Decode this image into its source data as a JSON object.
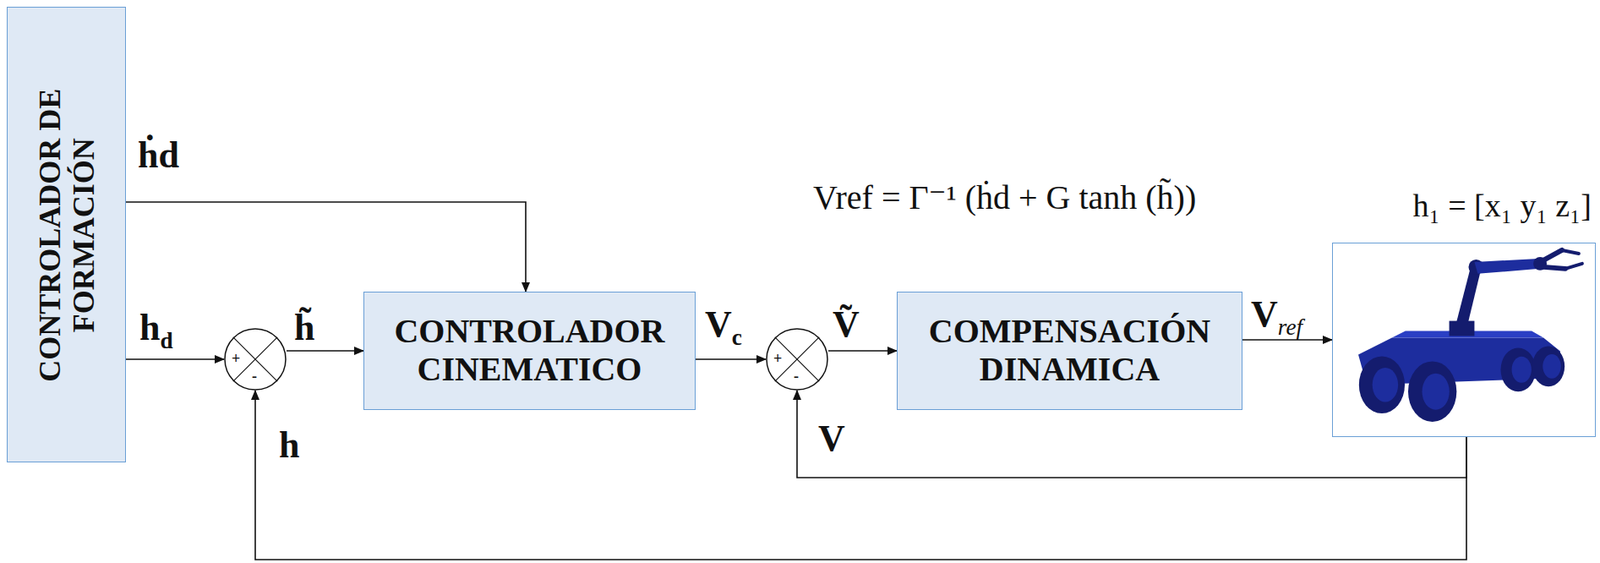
{
  "diagram": {
    "nodes": [
      {
        "text": [
          "CONTROLADOR DE FORMACIÓN"
        ]
      },
      {
        "text": [
          "+",
          "-"
        ]
      },
      {
        "text": [
          "CONTROLADOR CINEMATICO"
        ]
      },
      {
        "text": [
          "+",
          "-"
        ]
      },
      {
        "text": [
          "COMPENSACIÓN DINAMICA"
        ]
      },
      {
        "text": [
          "h₁ = [x₁   y₁   z₁]"
        ]
      }
    ],
    "edges": [
      {
        "from": 0,
        "to": 1,
        "arrow": "to",
        "label": "hd"
      },
      {
        "from": 0,
        "to": 2,
        "arrow": "to",
        "label": "ḣd"
      },
      {
        "from": 1,
        "to": 2,
        "arrow": "to",
        "label": "h̃"
      },
      {
        "from": 2,
        "to": 3,
        "arrow": "to",
        "label": "Vc"
      },
      {
        "from": 3,
        "to": 4,
        "arrow": "to",
        "label": "Ṽ"
      },
      {
        "from": 4,
        "to": 5,
        "arrow": "to",
        "label": "Vref"
      },
      {
        "from": 5,
        "to": 3,
        "arrow": "to",
        "label": "V"
      },
      {
        "from": 5,
        "to": 1,
        "arrow": "to",
        "label": "h"
      }
    ],
    "labels": [
      "Vref = Γ⁻¹ (ḣd + G tanh (h̃))"
    ]
  }
}
